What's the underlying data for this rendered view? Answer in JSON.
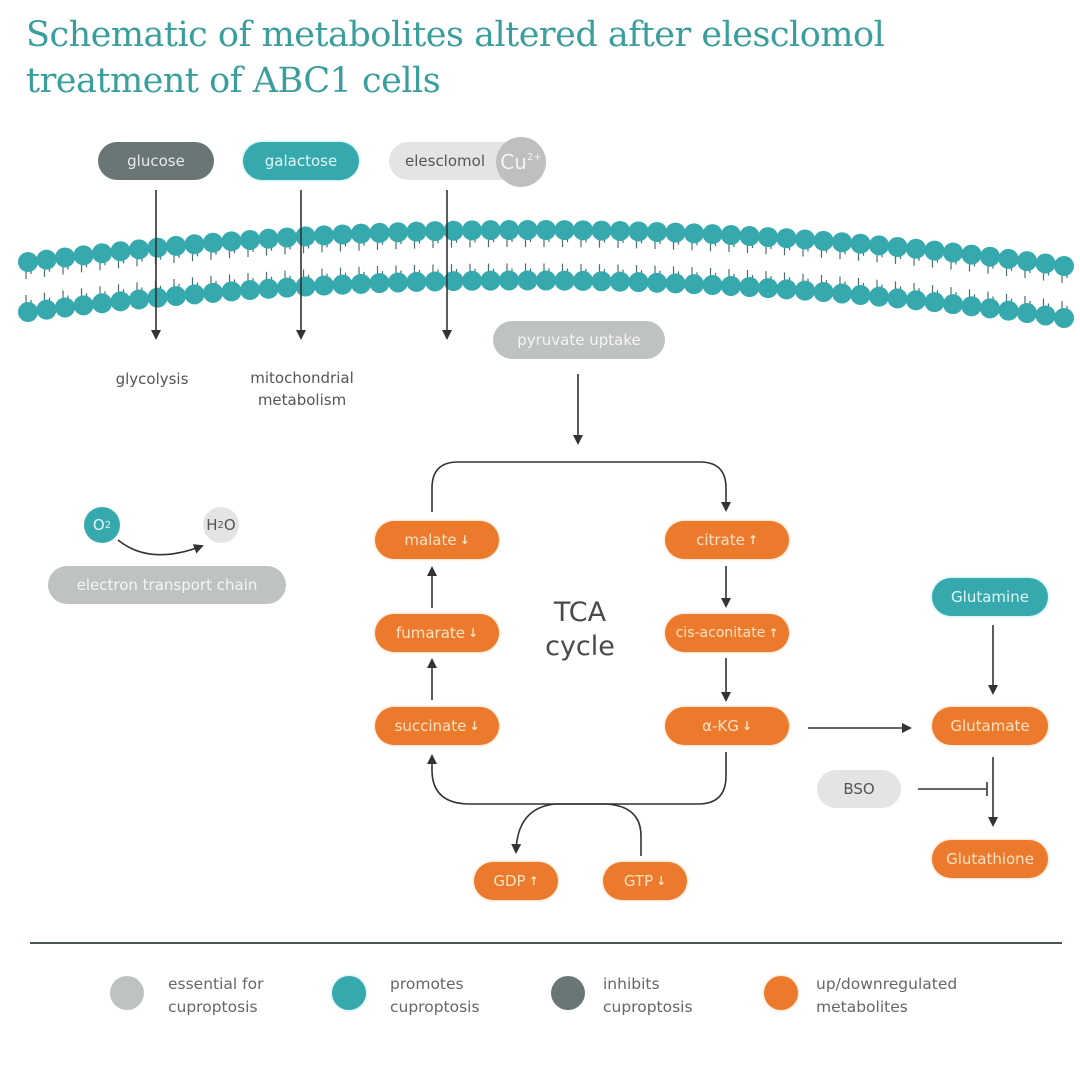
{
  "title": {
    "line1": "Schematic of metabolites altered after elesclomol",
    "line2": "treatment of ABC1 cells"
  },
  "colors": {
    "title": "#3a9e9c",
    "essential": "#bfc2c2",
    "promotes": "#35a9ae",
    "inhibits": "#6a7675",
    "regulated": "#ec7a2d",
    "membrane": "#35a9ae",
    "arrow": "#333333"
  },
  "inputs": {
    "glucose": "glucose",
    "galactose": "galactose",
    "elesclomol": "elesclomol",
    "copper": "Cu",
    "copper_charge": "2+"
  },
  "outputs": {
    "glycolysis": "glycolysis",
    "mito_line1": "mitochondrial",
    "mito_line2": "metabolism"
  },
  "pyruvate": "pyruvate uptake",
  "etc": {
    "o2": "O",
    "o2_sub": "2",
    "h2o_h": "H",
    "h2o_sub": "2",
    "h2o_o": "O",
    "label": "electron transport chain"
  },
  "tca": {
    "line1": "TCA",
    "line2": "cycle",
    "metabolites": [
      {
        "name": "malate",
        "trend": "down",
        "glyph": "↓"
      },
      {
        "name": "fumarate",
        "trend": "down",
        "glyph": "↓"
      },
      {
        "name": "succinate",
        "trend": "down",
        "glyph": "↓"
      },
      {
        "name": "citrate",
        "trend": "up",
        "glyph": "↑"
      },
      {
        "name": "cis-aconitate",
        "trend": "up",
        "glyph": "↑"
      },
      {
        "name": "α-KG",
        "trend": "down",
        "glyph": "↓"
      },
      {
        "name": "GDP",
        "trend": "up",
        "glyph": "↑"
      },
      {
        "name": "GTP",
        "trend": "down",
        "glyph": "↓"
      }
    ]
  },
  "glutathione_path": {
    "glutamine": "Glutamine",
    "glutamate": "Glutamate",
    "glutathione": "Glutathione",
    "bso": "BSO"
  },
  "legend": [
    {
      "line1": "essential for",
      "line2": "cuproptosis",
      "key": "essential"
    },
    {
      "line1": "promotes",
      "line2": "cuproptosis",
      "key": "promotes"
    },
    {
      "line1": "inhibits",
      "line2": "cuproptosis",
      "key": "inhibits"
    },
    {
      "line1": "up/downregulated",
      "line2": "metabolites",
      "key": "regulated"
    }
  ]
}
